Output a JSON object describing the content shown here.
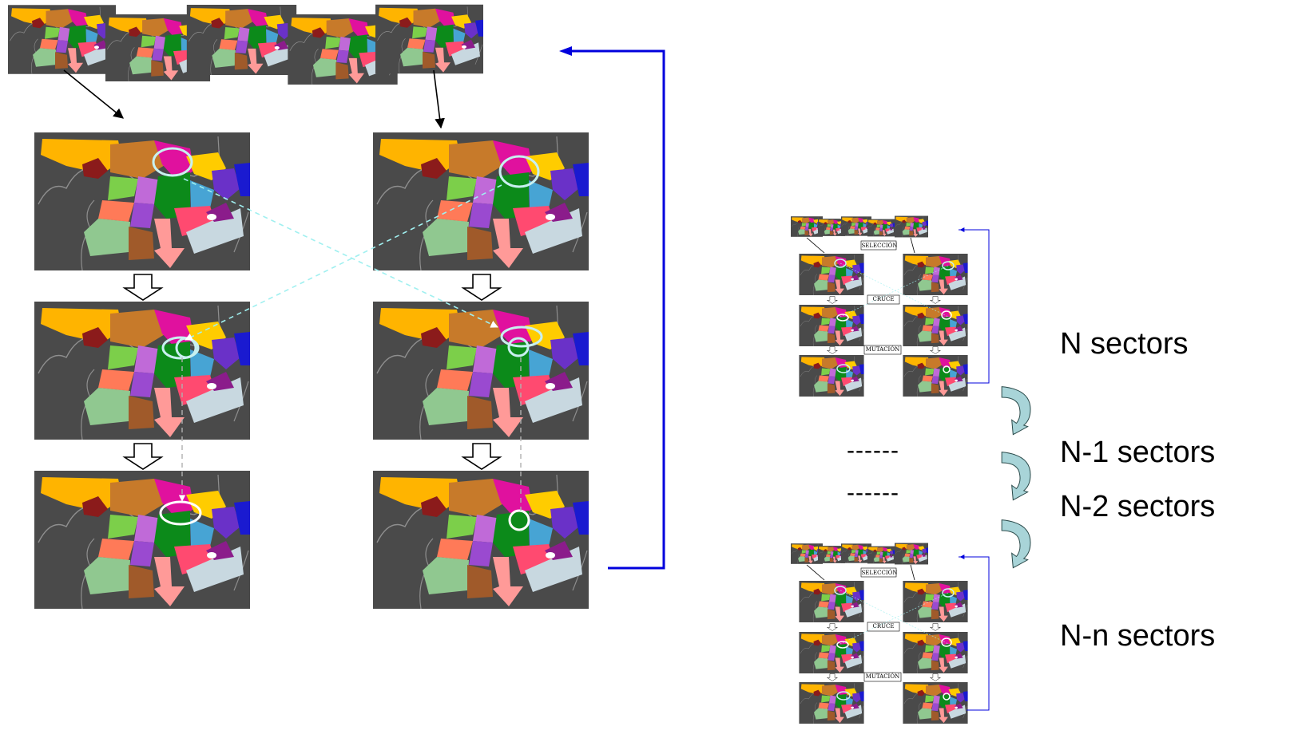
{
  "labels": {
    "n_sectors": "N sectors",
    "n1_sectors": "N-1 sectors",
    "n2_sectors": "N-2 sectors",
    "nn_sectors": "N-n sectors",
    "ellipsis_1": "------",
    "ellipsis_2": "------"
  },
  "mini_diagram_tags": {
    "selection": "SELECCIÓN",
    "crossover": "CRUCE",
    "mutation": "MUTACIÓN"
  },
  "colors": {
    "feedback_arrow": "#0000dd",
    "map_background": "#4a4a4a",
    "highlight_ellipse": "#c8f0f0",
    "crossover_dashed": "#a0f0f0",
    "mutation_dashed": "#b0b0b0",
    "curved_arrow": "#a8d4d8"
  }
}
